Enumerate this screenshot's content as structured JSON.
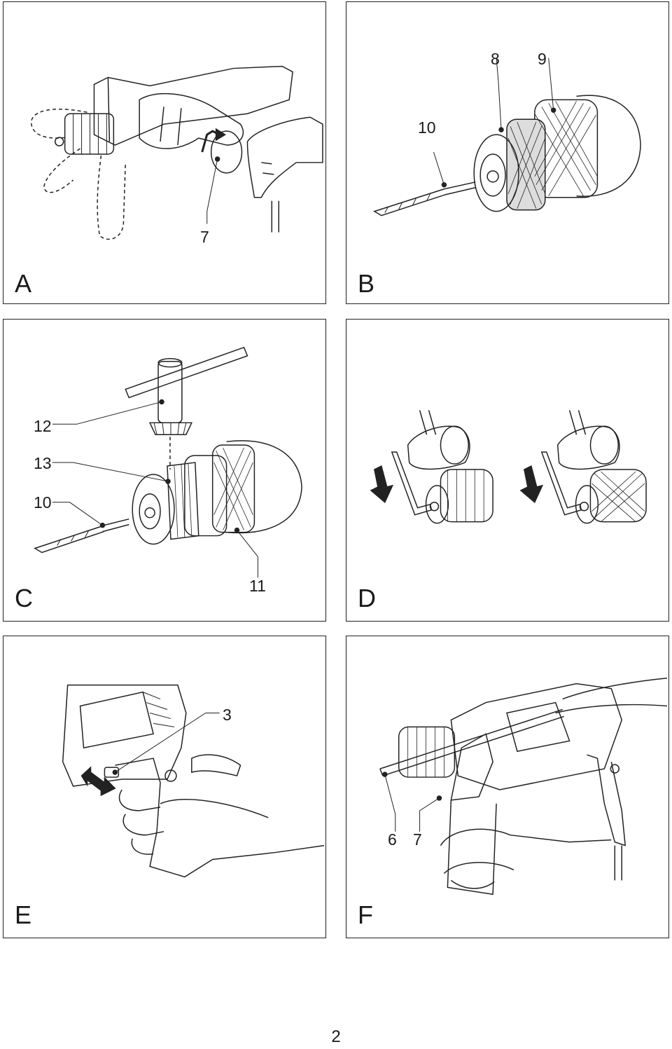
{
  "page_number": "2",
  "panels": [
    {
      "letter": "A",
      "callouts": [
        "7"
      ]
    },
    {
      "letter": "B",
      "callouts": [
        "8",
        "9",
        "10"
      ]
    },
    {
      "letter": "C",
      "callouts": [
        "12",
        "13",
        "10",
        "11"
      ]
    },
    {
      "letter": "D",
      "callouts": []
    },
    {
      "letter": "E",
      "callouts": [
        "3"
      ]
    },
    {
      "letter": "F",
      "callouts": [
        "6",
        "7"
      ]
    }
  ]
}
